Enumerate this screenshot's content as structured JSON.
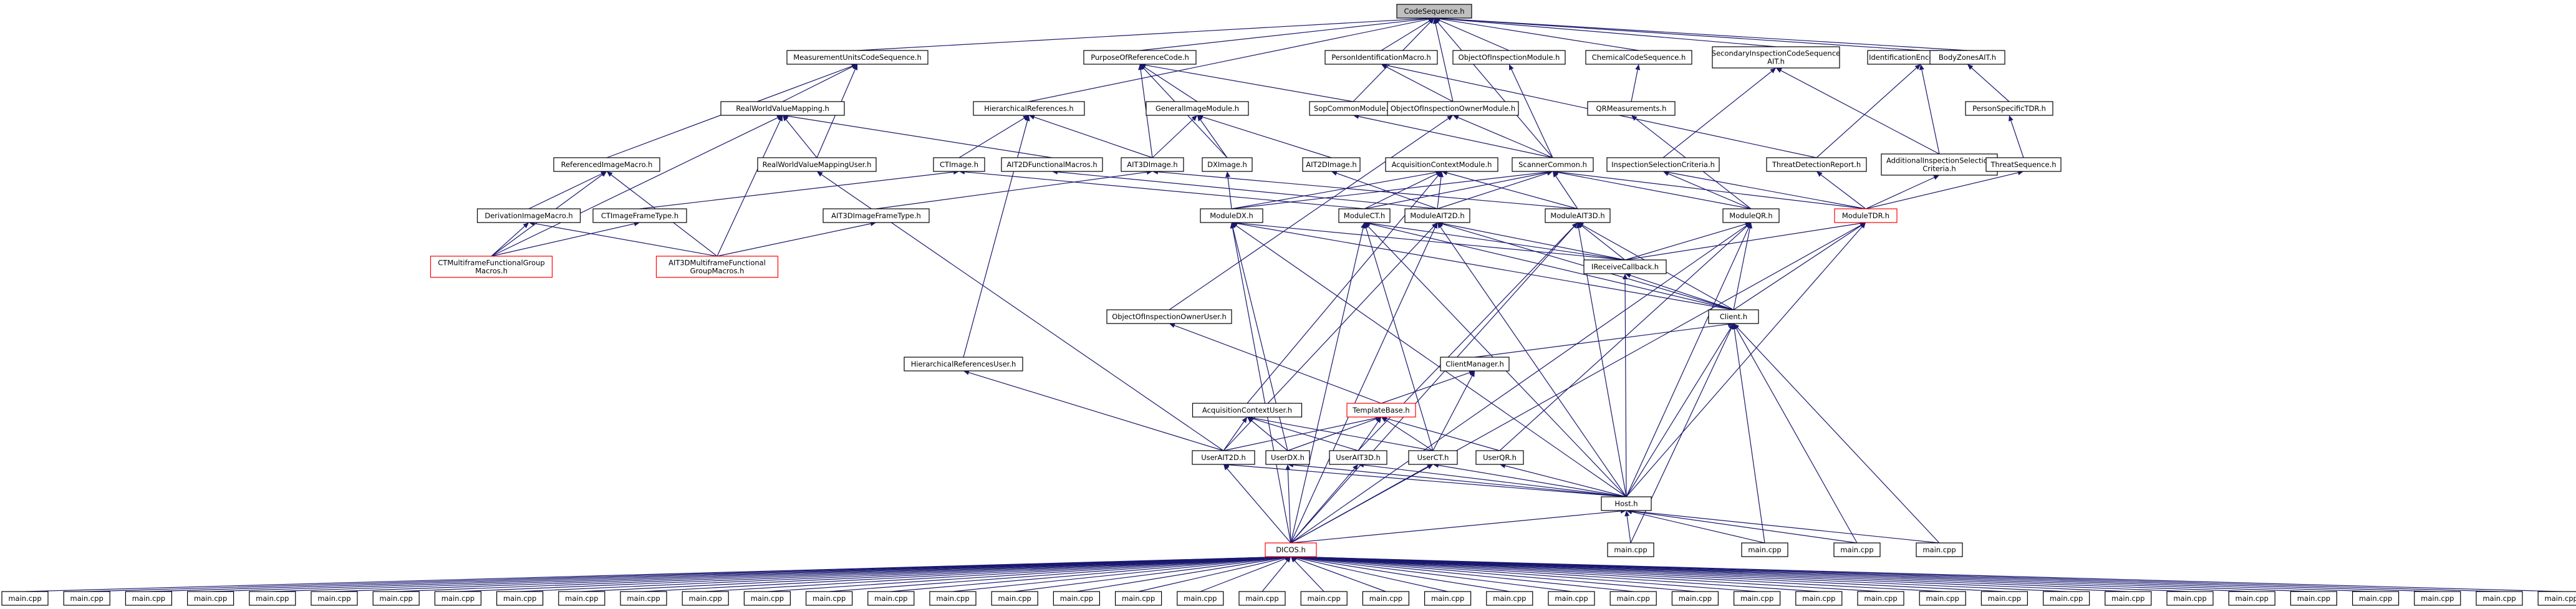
{
  "diagram": {
    "nodes": [
      {
        "id": "root",
        "label": [
          "CodeSequence.h"
        ],
        "style": "root"
      },
      {
        "id": "mucs",
        "label": [
          "MeasurementUnitsCodeSequence.h"
        ]
      },
      {
        "id": "porc",
        "label": [
          "PurposeOfReferenceCode.h"
        ]
      },
      {
        "id": "pim",
        "label": [
          "PersonIdentificationMacro.h"
        ]
      },
      {
        "id": "oom",
        "label": [
          "ObjectOfInspectionModule.h"
        ]
      },
      {
        "id": "ccs",
        "label": [
          "ChemicalCodeSequence.h"
        ]
      },
      {
        "id": "siai",
        "label": [
          "SecondaryInspectionCodeSequence",
          "AIT.h"
        ]
      },
      {
        "id": "iet",
        "label": [
          "IdentificationEncodingType.h"
        ]
      },
      {
        "id": "bza",
        "label": [
          "BodyZonesAIT.h"
        ]
      },
      {
        "id": "rwvm",
        "label": [
          "RealWorldValueMapping.h"
        ]
      },
      {
        "id": "hr",
        "label": [
          "HierarchicalReferences.h"
        ]
      },
      {
        "id": "gim",
        "label": [
          "GeneralImageModule.h"
        ]
      },
      {
        "id": "scm",
        "label": [
          "SopCommonModule.h"
        ]
      },
      {
        "id": "oioom",
        "label": [
          "ObjectOfInspectionOwnerModule.h"
        ]
      },
      {
        "id": "qrm",
        "label": [
          "QRMeasurements.h"
        ]
      },
      {
        "id": "pstdr",
        "label": [
          "PersonSpecificTDR.h"
        ]
      },
      {
        "id": "rim",
        "label": [
          "ReferencedImageMacro.h"
        ]
      },
      {
        "id": "rwvmu",
        "label": [
          "RealWorldValueMappingUser.h"
        ]
      },
      {
        "id": "cti",
        "label": [
          "CTImage.h"
        ]
      },
      {
        "id": "ait2dfm",
        "label": [
          "AIT2DFunctionalMacros.h"
        ]
      },
      {
        "id": "ait3di",
        "label": [
          "AIT3DImage.h"
        ]
      },
      {
        "id": "dxi",
        "label": [
          "DXImage.h"
        ]
      },
      {
        "id": "ait2di",
        "label": [
          "AIT2DImage.h"
        ]
      },
      {
        "id": "acm",
        "label": [
          "AcquisitionContextModule.h"
        ]
      },
      {
        "id": "sc",
        "label": [
          "ScannerCommon.h"
        ]
      },
      {
        "id": "isc",
        "label": [
          "InspectionSelectionCriteria.h"
        ]
      },
      {
        "id": "tdr",
        "label": [
          "ThreatDetectionReport.h"
        ]
      },
      {
        "id": "aisc",
        "label": [
          "AdditionalInspectionSelection",
          "Criteria.h"
        ]
      },
      {
        "id": "ts",
        "label": [
          "ThreatSequence.h"
        ]
      },
      {
        "id": "dim",
        "label": [
          "DerivationImageMacro.h"
        ]
      },
      {
        "id": "ctift",
        "label": [
          "CTImageFrameType.h"
        ]
      },
      {
        "id": "ait3dift",
        "label": [
          "AIT3DImageFrameType.h"
        ]
      },
      {
        "id": "mdx",
        "label": [
          "ModuleDX.h"
        ]
      },
      {
        "id": "mct",
        "label": [
          "ModuleCT.h"
        ]
      },
      {
        "id": "mait2d",
        "label": [
          "ModuleAIT2D.h"
        ]
      },
      {
        "id": "mait3d",
        "label": [
          "ModuleAIT3D.h"
        ]
      },
      {
        "id": "mqr",
        "label": [
          "ModuleQR.h"
        ]
      },
      {
        "id": "mtdr",
        "label": [
          "ModuleTDR.h"
        ],
        "style": "red"
      },
      {
        "id": "ctmf",
        "label": [
          "CTMultiframeFunctionalGroup",
          "Macros.h"
        ],
        "style": "red"
      },
      {
        "id": "ait3dmf",
        "label": [
          "AIT3DMultiframeFunctional",
          "GroupMacros.h"
        ],
        "style": "red"
      },
      {
        "id": "irc",
        "label": [
          "IReceiveCallback.h"
        ]
      },
      {
        "id": "client",
        "label": [
          "Client.h"
        ]
      },
      {
        "id": "oiou",
        "label": [
          "ObjectOfInspectionOwnerUser.h"
        ]
      },
      {
        "id": "cm",
        "label": [
          "ClientManager.h"
        ]
      },
      {
        "id": "hru",
        "label": [
          "HierarchicalReferencesUser.h"
        ]
      },
      {
        "id": "tb",
        "label": [
          "TemplateBase.h"
        ],
        "style": "red"
      },
      {
        "id": "acu",
        "label": [
          "AcquisitionContextUser.h"
        ]
      },
      {
        "id": "uait2d",
        "label": [
          "UserAIT2D.h"
        ]
      },
      {
        "id": "udx",
        "label": [
          "UserDX.h"
        ]
      },
      {
        "id": "uait3d",
        "label": [
          "UserAIT3D.h"
        ]
      },
      {
        "id": "uct",
        "label": [
          "UserCT.h"
        ]
      },
      {
        "id": "uqr",
        "label": [
          "UserQR.h"
        ]
      },
      {
        "id": "host",
        "label": [
          "Host.h"
        ]
      },
      {
        "id": "dicos",
        "label": [
          "DICOS.h"
        ],
        "style": "red"
      },
      {
        "id": "mc1",
        "label": [
          "main.cpp"
        ]
      },
      {
        "id": "mc2",
        "label": [
          "main.cpp"
        ]
      },
      {
        "id": "mc3",
        "label": [
          "main.cpp"
        ]
      },
      {
        "id": "mc4",
        "label": [
          "main.cpp"
        ]
      },
      {
        "id": "b0",
        "label": [
          "main.cpp"
        ]
      },
      {
        "id": "b1",
        "label": [
          "main.cpp"
        ]
      },
      {
        "id": "b2",
        "label": [
          "main.cpp"
        ]
      },
      {
        "id": "b3",
        "label": [
          "main.cpp"
        ]
      },
      {
        "id": "b4",
        "label": [
          "main.cpp"
        ]
      },
      {
        "id": "b5",
        "label": [
          "main.cpp"
        ]
      },
      {
        "id": "b6",
        "label": [
          "main.cpp"
        ]
      },
      {
        "id": "b7",
        "label": [
          "main.cpp"
        ]
      },
      {
        "id": "b8",
        "label": [
          "main.cpp"
        ]
      },
      {
        "id": "b9",
        "label": [
          "main.cpp"
        ]
      },
      {
        "id": "b10",
        "label": [
          "main.cpp"
        ]
      },
      {
        "id": "b11",
        "label": [
          "main.cpp"
        ]
      },
      {
        "id": "b12",
        "label": [
          "main.cpp"
        ]
      },
      {
        "id": "b13",
        "label": [
          "main.cpp"
        ]
      },
      {
        "id": "b14",
        "label": [
          "main.cpp"
        ]
      },
      {
        "id": "b15",
        "label": [
          "main.cpp"
        ]
      },
      {
        "id": "b16",
        "label": [
          "main.cpp"
        ]
      },
      {
        "id": "b17",
        "label": [
          "main.cpp"
        ]
      },
      {
        "id": "b18",
        "label": [
          "main.cpp"
        ]
      },
      {
        "id": "b19",
        "label": [
          "main.cpp"
        ]
      },
      {
        "id": "b20",
        "label": [
          "main.cpp"
        ]
      },
      {
        "id": "b21",
        "label": [
          "main.cpp"
        ]
      },
      {
        "id": "b22",
        "label": [
          "main.cpp"
        ]
      },
      {
        "id": "b23",
        "label": [
          "main.cpp"
        ]
      },
      {
        "id": "b24",
        "label": [
          "main.cpp"
        ]
      },
      {
        "id": "b25",
        "label": [
          "main.cpp"
        ]
      },
      {
        "id": "b26",
        "label": [
          "main.cpp"
        ]
      },
      {
        "id": "b27",
        "label": [
          "main.cpp"
        ]
      },
      {
        "id": "b28",
        "label": [
          "main.cpp"
        ]
      },
      {
        "id": "b29",
        "label": [
          "main.cpp"
        ]
      },
      {
        "id": "b30",
        "label": [
          "main.cpp"
        ]
      },
      {
        "id": "b31",
        "label": [
          "main.cpp"
        ]
      },
      {
        "id": "b32",
        "label": [
          "main.cpp"
        ]
      },
      {
        "id": "b33",
        "label": [
          "main.cpp"
        ]
      },
      {
        "id": "b34",
        "label": [
          "main.cpp"
        ]
      },
      {
        "id": "b35",
        "label": [
          "main.cpp"
        ]
      },
      {
        "id": "b36",
        "label": [
          "main.cpp"
        ]
      },
      {
        "id": "b37",
        "label": [
          "main.cpp"
        ]
      },
      {
        "id": "b38",
        "label": [
          "main.cpp"
        ]
      },
      {
        "id": "b39",
        "label": [
          "main.cpp"
        ]
      },
      {
        "id": "b40",
        "label": [
          "main.cpp"
        ]
      },
      {
        "id": "b41",
        "label": [
          "main.cpp"
        ]
      }
    ],
    "edges": [
      [
        "mucs",
        "root"
      ],
      [
        "porc",
        "root"
      ],
      [
        "pim",
        "root"
      ],
      [
        "oom",
        "root"
      ],
      [
        "ccs",
        "root"
      ],
      [
        "siai",
        "root"
      ],
      [
        "iet",
        "root"
      ],
      [
        "bza",
        "root"
      ],
      [
        "hr",
        "root"
      ],
      [
        "scm",
        "root"
      ],
      [
        "oioom",
        "root"
      ],
      [
        "sc",
        "root"
      ],
      [
        "rwvm",
        "mucs"
      ],
      [
        "rwvmu",
        "mucs"
      ],
      [
        "rim",
        "mucs"
      ],
      [
        "gim",
        "porc"
      ],
      [
        "scm",
        "porc"
      ],
      [
        "ait3di",
        "porc"
      ],
      [
        "dxi",
        "porc"
      ],
      [
        "oioom",
        "pim"
      ],
      [
        "tdr",
        "pim"
      ],
      [
        "sc",
        "oom"
      ],
      [
        "qrm",
        "ccs"
      ],
      [
        "isc",
        "siai"
      ],
      [
        "aisc",
        "siai"
      ],
      [
        "tdr",
        "iet"
      ],
      [
        "aisc",
        "iet"
      ],
      [
        "pstdr",
        "bza"
      ],
      [
        "rwvmu",
        "rwvm"
      ],
      [
        "ctmf",
        "rwvm"
      ],
      [
        "ait3dmf",
        "rwvm"
      ],
      [
        "ait2dfm",
        "rwvm"
      ],
      [
        "cti",
        "hr"
      ],
      [
        "ait3di",
        "hr"
      ],
      [
        "hru",
        "hr"
      ],
      [
        "ait3di",
        "gim"
      ],
      [
        "dxi",
        "gim"
      ],
      [
        "ait2di",
        "gim"
      ],
      [
        "sc",
        "scm"
      ],
      [
        "sc",
        "oioom"
      ],
      [
        "oiou",
        "oioom"
      ],
      [
        "mqr",
        "qrm"
      ],
      [
        "ts",
        "pstdr"
      ],
      [
        "dim",
        "rim"
      ],
      [
        "ctmf",
        "rim"
      ],
      [
        "ait3dmf",
        "rim"
      ],
      [
        "uait2d",
        "rwvmu"
      ],
      [
        "ctift",
        "cti"
      ],
      [
        "mct",
        "cti"
      ],
      [
        "mait2d",
        "ait2dfm"
      ],
      [
        "mait3d",
        "ait3di"
      ],
      [
        "ait3dift",
        "ait3di"
      ],
      [
        "mdx",
        "dxi"
      ],
      [
        "mait2d",
        "ait2di"
      ],
      [
        "mdx",
        "acm"
      ],
      [
        "mct",
        "acm"
      ],
      [
        "mait2d",
        "acm"
      ],
      [
        "mait3d",
        "acm"
      ],
      [
        "acu",
        "acm"
      ],
      [
        "mdx",
        "sc"
      ],
      [
        "mct",
        "sc"
      ],
      [
        "mait2d",
        "sc"
      ],
      [
        "mait3d",
        "sc"
      ],
      [
        "mqr",
        "sc"
      ],
      [
        "mtdr",
        "sc"
      ],
      [
        "mqr",
        "isc"
      ],
      [
        "mtdr",
        "isc"
      ],
      [
        "mtdr",
        "tdr"
      ],
      [
        "mtdr",
        "aisc"
      ],
      [
        "mtdr",
        "ts"
      ],
      [
        "ctmf",
        "dim"
      ],
      [
        "ait3dmf",
        "dim"
      ],
      [
        "ctmf",
        "ctift"
      ],
      [
        "ait3dmf",
        "ait3dift"
      ],
      [
        "irc",
        "mdx"
      ],
      [
        "client",
        "mdx"
      ],
      [
        "host",
        "mdx"
      ],
      [
        "dicos",
        "mdx"
      ],
      [
        "udx",
        "mdx"
      ],
      [
        "irc",
        "mct"
      ],
      [
        "client",
        "mct"
      ],
      [
        "host",
        "mct"
      ],
      [
        "dicos",
        "mct"
      ],
      [
        "uct",
        "mct"
      ],
      [
        "irc",
        "mait2d"
      ],
      [
        "client",
        "mait2d"
      ],
      [
        "host",
        "mait2d"
      ],
      [
        "dicos",
        "mait2d"
      ],
      [
        "uait2d",
        "mait2d"
      ],
      [
        "irc",
        "mait3d"
      ],
      [
        "client",
        "mait3d"
      ],
      [
        "host",
        "mait3d"
      ],
      [
        "dicos",
        "mait3d"
      ],
      [
        "uait3d",
        "mait3d"
      ],
      [
        "irc",
        "mqr"
      ],
      [
        "client",
        "mqr"
      ],
      [
        "host",
        "mqr"
      ],
      [
        "dicos",
        "mqr"
      ],
      [
        "uqr",
        "mqr"
      ],
      [
        "irc",
        "mtdr"
      ],
      [
        "client",
        "mtdr"
      ],
      [
        "host",
        "mtdr"
      ],
      [
        "dicos",
        "mtdr"
      ],
      [
        "client",
        "irc"
      ],
      [
        "host",
        "irc"
      ],
      [
        "cm",
        "client"
      ],
      [
        "host",
        "client"
      ],
      [
        "mc1",
        "client"
      ],
      [
        "mc2",
        "client"
      ],
      [
        "mc3",
        "client"
      ],
      [
        "mc4",
        "client"
      ],
      [
        "tb",
        "oiou"
      ],
      [
        "tb",
        "cm"
      ],
      [
        "uct",
        "cm"
      ],
      [
        "uait2d",
        "hru"
      ],
      [
        "uait2d",
        "tb"
      ],
      [
        "udx",
        "tb"
      ],
      [
        "uait3d",
        "tb"
      ],
      [
        "uct",
        "tb"
      ],
      [
        "uqr",
        "tb"
      ],
      [
        "uait2d",
        "acu"
      ],
      [
        "udx",
        "acu"
      ],
      [
        "uait3d",
        "acu"
      ],
      [
        "uct",
        "acu"
      ],
      [
        "host",
        "uait2d"
      ],
      [
        "dicos",
        "uait2d"
      ],
      [
        "host",
        "udx"
      ],
      [
        "dicos",
        "udx"
      ],
      [
        "host",
        "uait3d"
      ],
      [
        "dicos",
        "uait3d"
      ],
      [
        "host",
        "uct"
      ],
      [
        "dicos",
        "uct"
      ],
      [
        "host",
        "uqr"
      ],
      [
        "dicos",
        "host"
      ],
      [
        "mc1",
        "host"
      ],
      [
        "mc2",
        "host"
      ],
      [
        "mc3",
        "host"
      ],
      [
        "mc4",
        "host"
      ],
      [
        "b0",
        "dicos"
      ],
      [
        "b1",
        "dicos"
      ],
      [
        "b2",
        "dicos"
      ],
      [
        "b3",
        "dicos"
      ],
      [
        "b4",
        "dicos"
      ],
      [
        "b5",
        "dicos"
      ],
      [
        "b6",
        "dicos"
      ],
      [
        "b7",
        "dicos"
      ],
      [
        "b8",
        "dicos"
      ],
      [
        "b9",
        "dicos"
      ],
      [
        "b10",
        "dicos"
      ],
      [
        "b11",
        "dicos"
      ],
      [
        "b12",
        "dicos"
      ],
      [
        "b13",
        "dicos"
      ],
      [
        "b14",
        "dicos"
      ],
      [
        "b15",
        "dicos"
      ],
      [
        "b16",
        "dicos"
      ],
      [
        "b17",
        "dicos"
      ],
      [
        "b18",
        "dicos"
      ],
      [
        "b19",
        "dicos"
      ],
      [
        "b20",
        "dicos"
      ],
      [
        "b21",
        "dicos"
      ],
      [
        "b22",
        "dicos"
      ],
      [
        "b23",
        "dicos"
      ],
      [
        "b24",
        "dicos"
      ],
      [
        "b25",
        "dicos"
      ],
      [
        "b26",
        "dicos"
      ],
      [
        "b27",
        "dicos"
      ],
      [
        "b28",
        "dicos"
      ],
      [
        "b29",
        "dicos"
      ],
      [
        "b30",
        "dicos"
      ],
      [
        "b31",
        "dicos"
      ],
      [
        "b32",
        "dicos"
      ],
      [
        "b33",
        "dicos"
      ],
      [
        "b34",
        "dicos"
      ],
      [
        "b35",
        "dicos"
      ],
      [
        "b36",
        "dicos"
      ],
      [
        "b37",
        "dicos"
      ],
      [
        "b38",
        "dicos"
      ],
      [
        "b39",
        "dicos"
      ],
      [
        "b40",
        "dicos"
      ],
      [
        "b41",
        "dicos"
      ]
    ]
  },
  "colors": {
    "edge": "#191970",
    "node_border": "#000000",
    "highlight_border": "#ff0000",
    "root_fill": "#bfbfbf"
  }
}
